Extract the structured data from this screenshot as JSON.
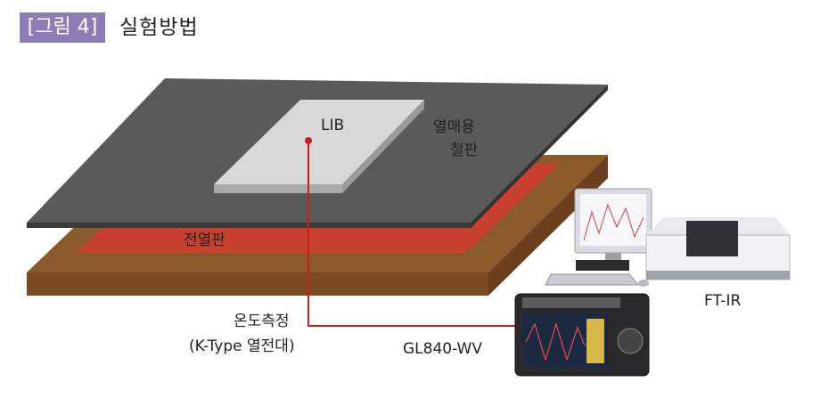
{
  "figure": {
    "tag": "[그림 4]",
    "title": "실험방법"
  },
  "labels": {
    "lib": "LIB",
    "steel_line1": "열매용",
    "steel_line2": "철판",
    "heater": "전열판",
    "temp_line1": "온도측정",
    "temp_line2": "(K-Type 열전대)",
    "logger": "GL840-WV",
    "ftir": "FT-IR"
  },
  "colors": {
    "wood": "#8b5a2b",
    "heater": "#c8402e",
    "steel": "#5a5a5a",
    "lib": "#d8d8d8",
    "thermocouple": "#cc1d1d",
    "tag_bg": "#8e7cb6"
  }
}
